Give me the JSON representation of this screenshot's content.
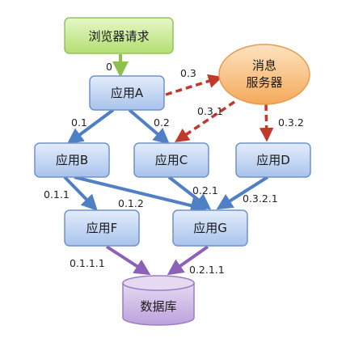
{
  "nodes": {
    "browser_request": "浏览器请求",
    "app_a": "应用A",
    "message_service_line1": "消息",
    "message_service_line2": "服务器",
    "app_b": "应用B",
    "app_c": "应用C",
    "app_d": "应用D",
    "app_f": "应用F",
    "app_g": "应用G",
    "database": "数据库"
  },
  "edges": {
    "browser_to_a": "0",
    "a_to_msg": "0.3",
    "msg_to_c": "0.3.1",
    "msg_to_d": "0.3.2",
    "a_to_b": "0.1",
    "a_to_c": "0.2",
    "b_to_f": "0.1.1",
    "b_to_g": "0.1.2",
    "c_to_g": "0.2.1",
    "d_to_g": "0.3.2.1",
    "f_to_db": "0.1.1.1",
    "g_to_db": "0.2.1.1"
  },
  "colors": {
    "browser_fill": "#c4ea8c",
    "app_fill": "#bcd3f2",
    "app_stroke": "#6f93c8",
    "message_fill": "#f9c17e",
    "database_fill": "#c8b2e4",
    "arrow_blue": "#4f7fc5",
    "arrow_green": "#8cc24c",
    "arrow_red": "#c0392b",
    "arrow_purple": "#8c61b8"
  }
}
